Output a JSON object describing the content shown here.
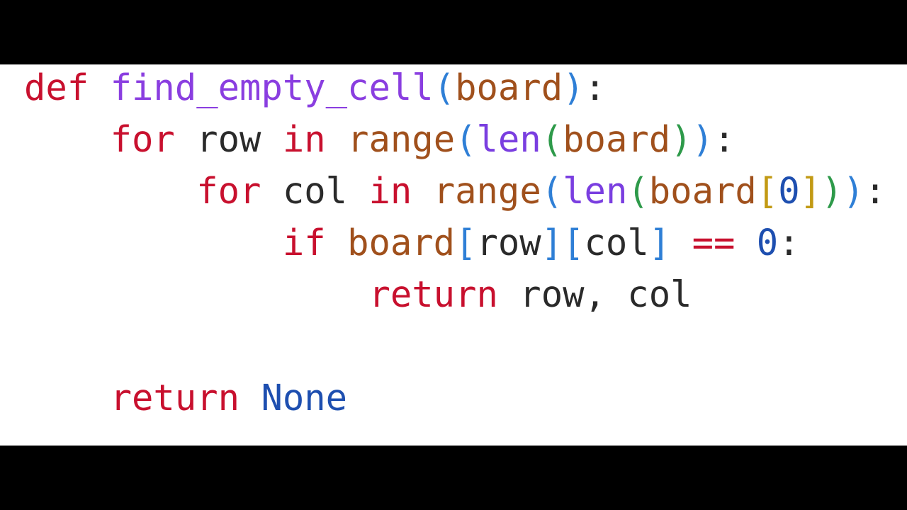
{
  "code": {
    "language": "python",
    "lines": [
      {
        "tokens": [
          {
            "t": "def",
            "k": "kw"
          },
          {
            "t": " ",
            "k": "nm"
          },
          {
            "t": "find_empty_cell",
            "k": "fn"
          },
          {
            "t": "(",
            "k": "p1"
          },
          {
            "t": "board",
            "k": "id"
          },
          {
            "t": ")",
            "k": "p1"
          },
          {
            "t": ":",
            "k": "pun"
          }
        ]
      },
      {
        "tokens": [
          {
            "t": "    ",
            "k": "nm"
          },
          {
            "t": "for",
            "k": "kw"
          },
          {
            "t": " row ",
            "k": "nm"
          },
          {
            "t": "in",
            "k": "kw"
          },
          {
            "t": " ",
            "k": "nm"
          },
          {
            "t": "range",
            "k": "id"
          },
          {
            "t": "(",
            "k": "p1"
          },
          {
            "t": "len",
            "k": "bi"
          },
          {
            "t": "(",
            "k": "p2"
          },
          {
            "t": "board",
            "k": "id"
          },
          {
            "t": ")",
            "k": "p2"
          },
          {
            "t": ")",
            "k": "p1"
          },
          {
            "t": ":",
            "k": "pun"
          }
        ]
      },
      {
        "tokens": [
          {
            "t": "        ",
            "k": "nm"
          },
          {
            "t": "for",
            "k": "kw"
          },
          {
            "t": " col ",
            "k": "nm"
          },
          {
            "t": "in",
            "k": "kw"
          },
          {
            "t": " ",
            "k": "nm"
          },
          {
            "t": "range",
            "k": "id"
          },
          {
            "t": "(",
            "k": "p1"
          },
          {
            "t": "len",
            "k": "bi"
          },
          {
            "t": "(",
            "k": "p2"
          },
          {
            "t": "board",
            "k": "id"
          },
          {
            "t": "[",
            "k": "p3"
          },
          {
            "t": "0",
            "k": "num"
          },
          {
            "t": "]",
            "k": "p3"
          },
          {
            "t": ")",
            "k": "p2"
          },
          {
            "t": ")",
            "k": "p1"
          },
          {
            "t": ":",
            "k": "pun"
          }
        ]
      },
      {
        "tokens": [
          {
            "t": "            ",
            "k": "nm"
          },
          {
            "t": "if",
            "k": "kw"
          },
          {
            "t": " ",
            "k": "nm"
          },
          {
            "t": "board",
            "k": "id"
          },
          {
            "t": "[",
            "k": "p1"
          },
          {
            "t": "row",
            "k": "nm"
          },
          {
            "t": "]",
            "k": "p1"
          },
          {
            "t": "[",
            "k": "p1"
          },
          {
            "t": "col",
            "k": "nm"
          },
          {
            "t": "]",
            "k": "p1"
          },
          {
            "t": " ",
            "k": "nm"
          },
          {
            "t": "==",
            "k": "op"
          },
          {
            "t": " ",
            "k": "nm"
          },
          {
            "t": "0",
            "k": "num"
          },
          {
            "t": ":",
            "k": "pun"
          }
        ]
      },
      {
        "tokens": [
          {
            "t": "                ",
            "k": "nm"
          },
          {
            "t": "return",
            "k": "kw"
          },
          {
            "t": " row, col",
            "k": "nm"
          }
        ]
      },
      {
        "tokens": [
          {
            "t": "",
            "k": "nm"
          }
        ]
      },
      {
        "tokens": [
          {
            "t": "    ",
            "k": "nm"
          },
          {
            "t": "return",
            "k": "kw"
          },
          {
            "t": " ",
            "k": "nm"
          },
          {
            "t": "None",
            "k": "cst"
          }
        ]
      }
    ]
  },
  "colors": {
    "background": "#000000",
    "panel": "#ffffff",
    "keyword": "#c8102e",
    "function_name": "#8a3ee0",
    "builtin": "#7a3ee0",
    "identifier": "#a0501c",
    "plain": "#2a2a2a",
    "bracket_level_1": "#2f7fd6",
    "bracket_level_2": "#2e9a4a",
    "bracket_level_3": "#c29a14",
    "number": "#1e4fb0",
    "constant": "#1e4fb0"
  }
}
